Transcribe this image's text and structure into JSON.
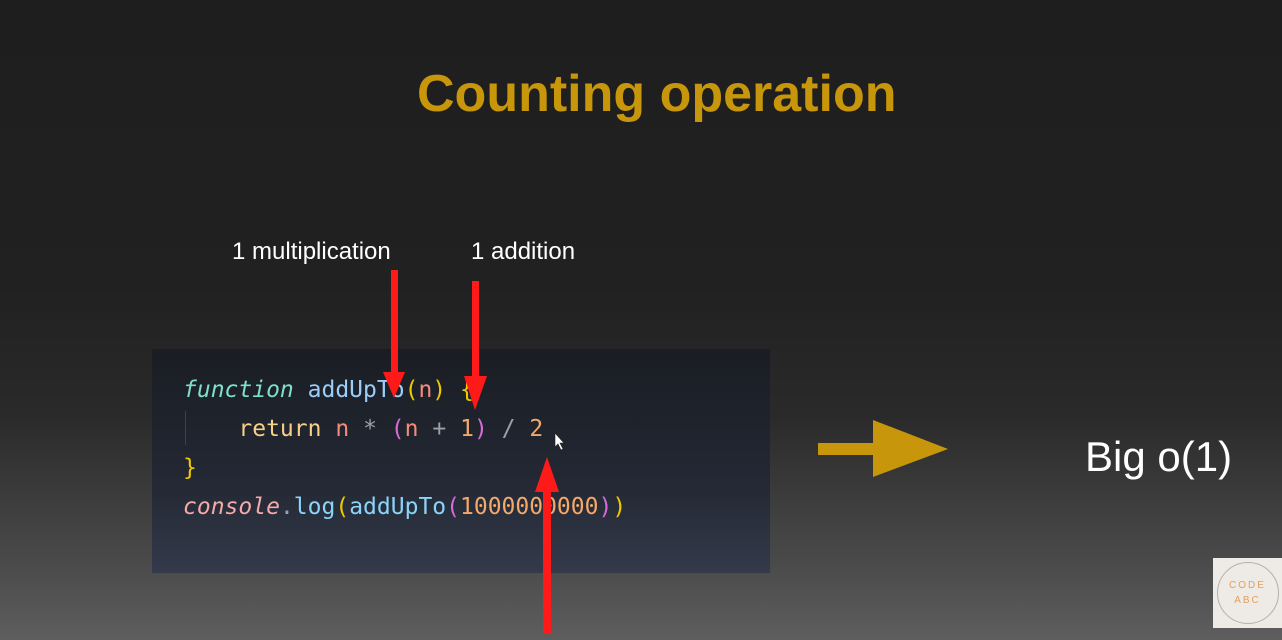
{
  "slide": {
    "title": "Counting operation",
    "annotations": {
      "multiplication": "1 multiplication",
      "addition": "1 addition"
    },
    "result": "Big o(1)"
  },
  "code": {
    "line1": {
      "kw": "function",
      "name": "addUpTo",
      "open": "(",
      "param": "n",
      "close": ")",
      "brace": "{"
    },
    "line2": {
      "ret": "return",
      "n1": "n",
      "mul": "*",
      "open": "(",
      "n2": "n",
      "plus": "+",
      "one": "1",
      "close": ")",
      "div": "/",
      "two": "2"
    },
    "line3": {
      "brace": "}"
    },
    "line4": {
      "console": "console",
      "dot": ".",
      "log": "log",
      "open1": "(",
      "fn": "addUpTo",
      "open2": "(",
      "arg": "1000000000",
      "close2": ")",
      "close1": ")"
    }
  },
  "logo": {
    "line1": "CODE",
    "line2": "ABC"
  },
  "colors": {
    "title": "#c7960a",
    "arrow_red": "#ff1a1a",
    "arrow_gold": "#c7960a"
  },
  "icons": [
    "arrow-down-icon",
    "arrow-up-icon",
    "arrow-right-icon"
  ]
}
